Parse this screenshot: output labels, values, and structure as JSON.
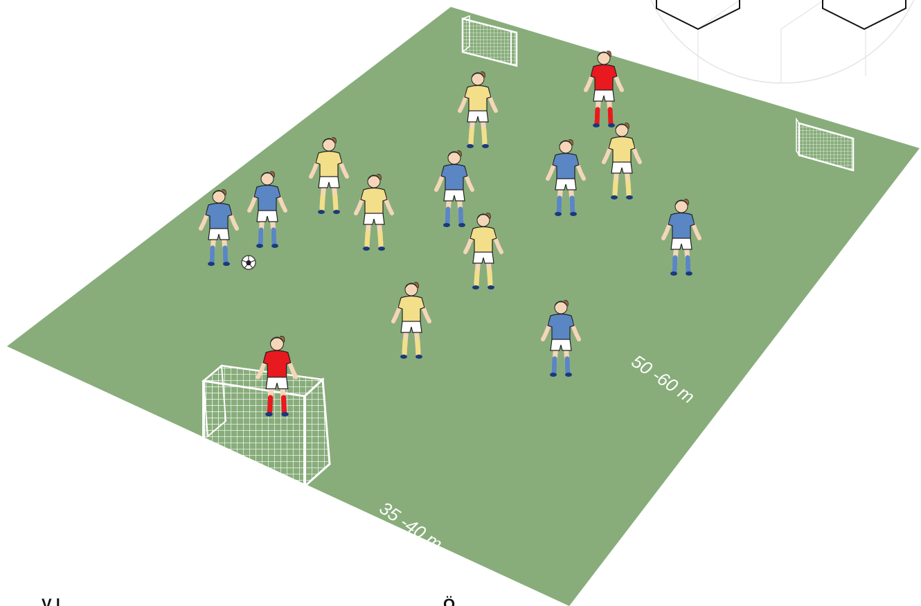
{
  "colors": {
    "field": "#88ad7b",
    "team_blue": "#5b86c4",
    "team_yellow": "#f3df8a",
    "goalkeeper_red": "#e8191f",
    "shorts": "#ffffff",
    "skin": "#f5d6b8",
    "hair": "#a06a3c",
    "goal_net": "#ffffff",
    "ball_outline": "#4a4a4a"
  },
  "field": {
    "width_label": "35 -40 m",
    "length_label": "50 -60 m"
  },
  "footer": {
    "left_text": "V  l",
    "right_text": "Ö"
  },
  "icons": {
    "ball": "soccer-ball-icon",
    "hexagon": "hexagon-icon",
    "small_goal": "small-goal-icon",
    "large_goal": "large-goal-icon"
  },
  "players": [
    {
      "team": "yellow"
    },
    {
      "team": "red"
    },
    {
      "team": "yellow"
    },
    {
      "team": "blue"
    },
    {
      "team": "yellow"
    },
    {
      "team": "blue"
    },
    {
      "team": "yellow"
    },
    {
      "team": "blue"
    },
    {
      "team": "blue"
    },
    {
      "team": "blue"
    },
    {
      "team": "yellow"
    },
    {
      "team": "yellow"
    },
    {
      "team": "blue"
    },
    {
      "team": "red"
    }
  ]
}
